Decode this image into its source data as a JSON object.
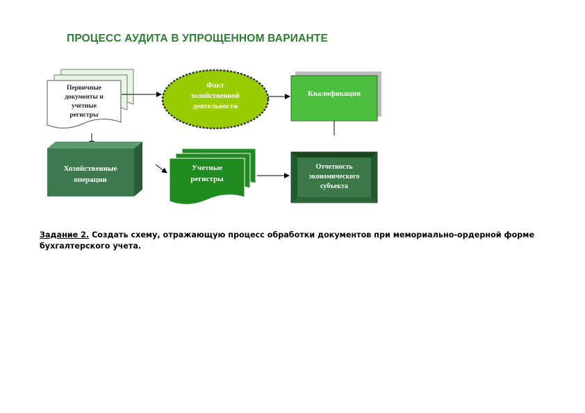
{
  "title": "ПРОЦЕСС АУДИТА В УПРОЩЕННОМ ВАРИАНТЕ",
  "colors": {
    "title": "#2e7d32",
    "doc_fill": "#e8f5e0",
    "ellipse_fill": "#99cc00",
    "qual_fill": "#4cbf3f",
    "ops_fill": "#3d7a4f",
    "reg_fill": "#1f8a1f",
    "report_fill": "#2f6b3a"
  },
  "diagram": {
    "nodes": {
      "primary_docs": {
        "lines": [
          "Первичные",
          "документы и",
          "учетные",
          "регистры"
        ]
      },
      "fact": {
        "lines": [
          "Факт",
          "хозяйственной",
          "деятельности"
        ]
      },
      "qualification": {
        "lines": [
          "Квалификация"
        ]
      },
      "operations": {
        "lines": [
          "Хозяйственные",
          "операции"
        ]
      },
      "registers": {
        "lines": [
          "Учетные",
          "регистры"
        ]
      },
      "report": {
        "lines": [
          "Отчетность",
          "экономического",
          "субъекта"
        ]
      }
    }
  },
  "task": {
    "lead": "Задание 2.",
    "text": " Создать схему, отражающую процесс обработки документов при мемориально-ордерной форме бухгалтерского учета."
  }
}
